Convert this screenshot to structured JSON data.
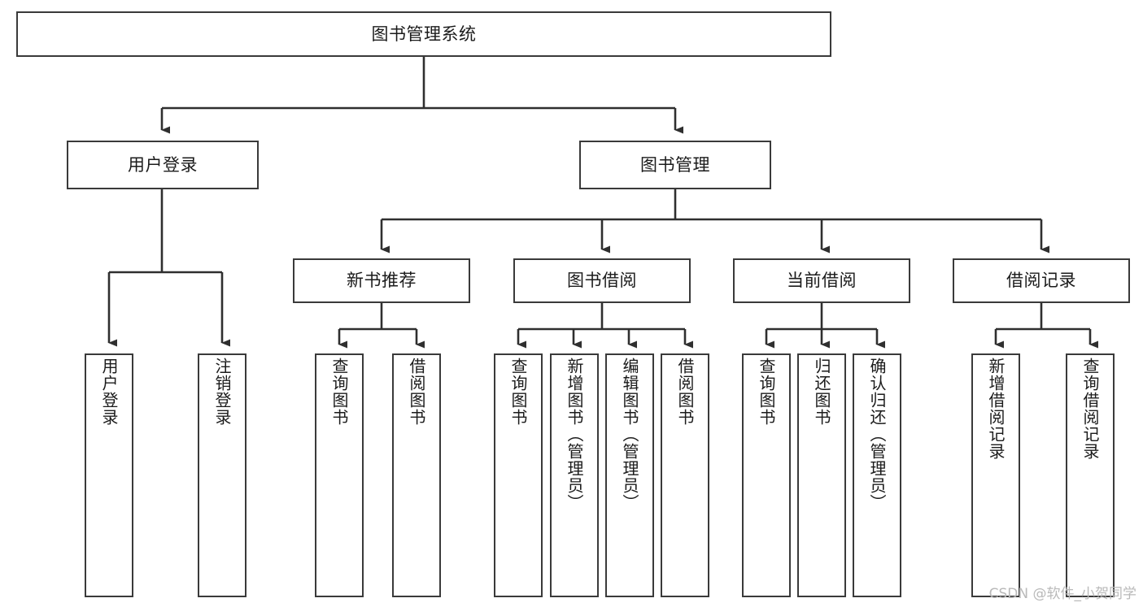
{
  "diagram": {
    "title": "图书管理系统",
    "type": "功能结构图",
    "colors": {
      "stroke": "#3a3a3a",
      "fill": "#ffffff",
      "text": "#1b1b1b",
      "watermark": "#b9b9b9"
    },
    "root": {
      "id": "root",
      "label": "图书管理系统"
    },
    "level2": [
      {
        "id": "user-login",
        "label": "用户登录"
      },
      {
        "id": "book-manage",
        "label": "图书管理"
      }
    ],
    "level3": [
      {
        "id": "new-book-recommend",
        "label": "新书推荐",
        "parent": "book-manage"
      },
      {
        "id": "book-borrow",
        "label": "图书借阅",
        "parent": "book-manage"
      },
      {
        "id": "current-borrow",
        "label": "当前借阅",
        "parent": "book-manage"
      },
      {
        "id": "borrow-record",
        "label": "借阅记录",
        "parent": "book-manage"
      }
    ],
    "leaves": {
      "user-login": [
        {
          "id": "leaf-user-login",
          "label": "用户登录"
        },
        {
          "id": "leaf-user-logout",
          "label": "注销登录"
        }
      ],
      "new-book-recommend": [
        {
          "id": "leaf-query-book-1",
          "label": "查询图书"
        },
        {
          "id": "leaf-borrow-book-1",
          "label": "借阅图书"
        }
      ],
      "book-borrow": [
        {
          "id": "leaf-query-book-2",
          "label": "查询图书"
        },
        {
          "id": "leaf-add-book",
          "label": "新增图书（管理员）"
        },
        {
          "id": "leaf-edit-book",
          "label": "编辑图书（管理员）"
        },
        {
          "id": "leaf-borrow-book-2",
          "label": "借阅图书"
        }
      ],
      "current-borrow": [
        {
          "id": "leaf-query-book-3",
          "label": "查询图书"
        },
        {
          "id": "leaf-return-book",
          "label": "归还图书"
        },
        {
          "id": "leaf-confirm-return",
          "label": "确认归还（管理员）"
        }
      ],
      "borrow-record": [
        {
          "id": "leaf-add-record",
          "label": "新增借阅记录"
        },
        {
          "id": "leaf-query-record",
          "label": "查询借阅记录"
        }
      ]
    }
  },
  "watermark": {
    "text": "CSDN @软件_小贺同学"
  }
}
